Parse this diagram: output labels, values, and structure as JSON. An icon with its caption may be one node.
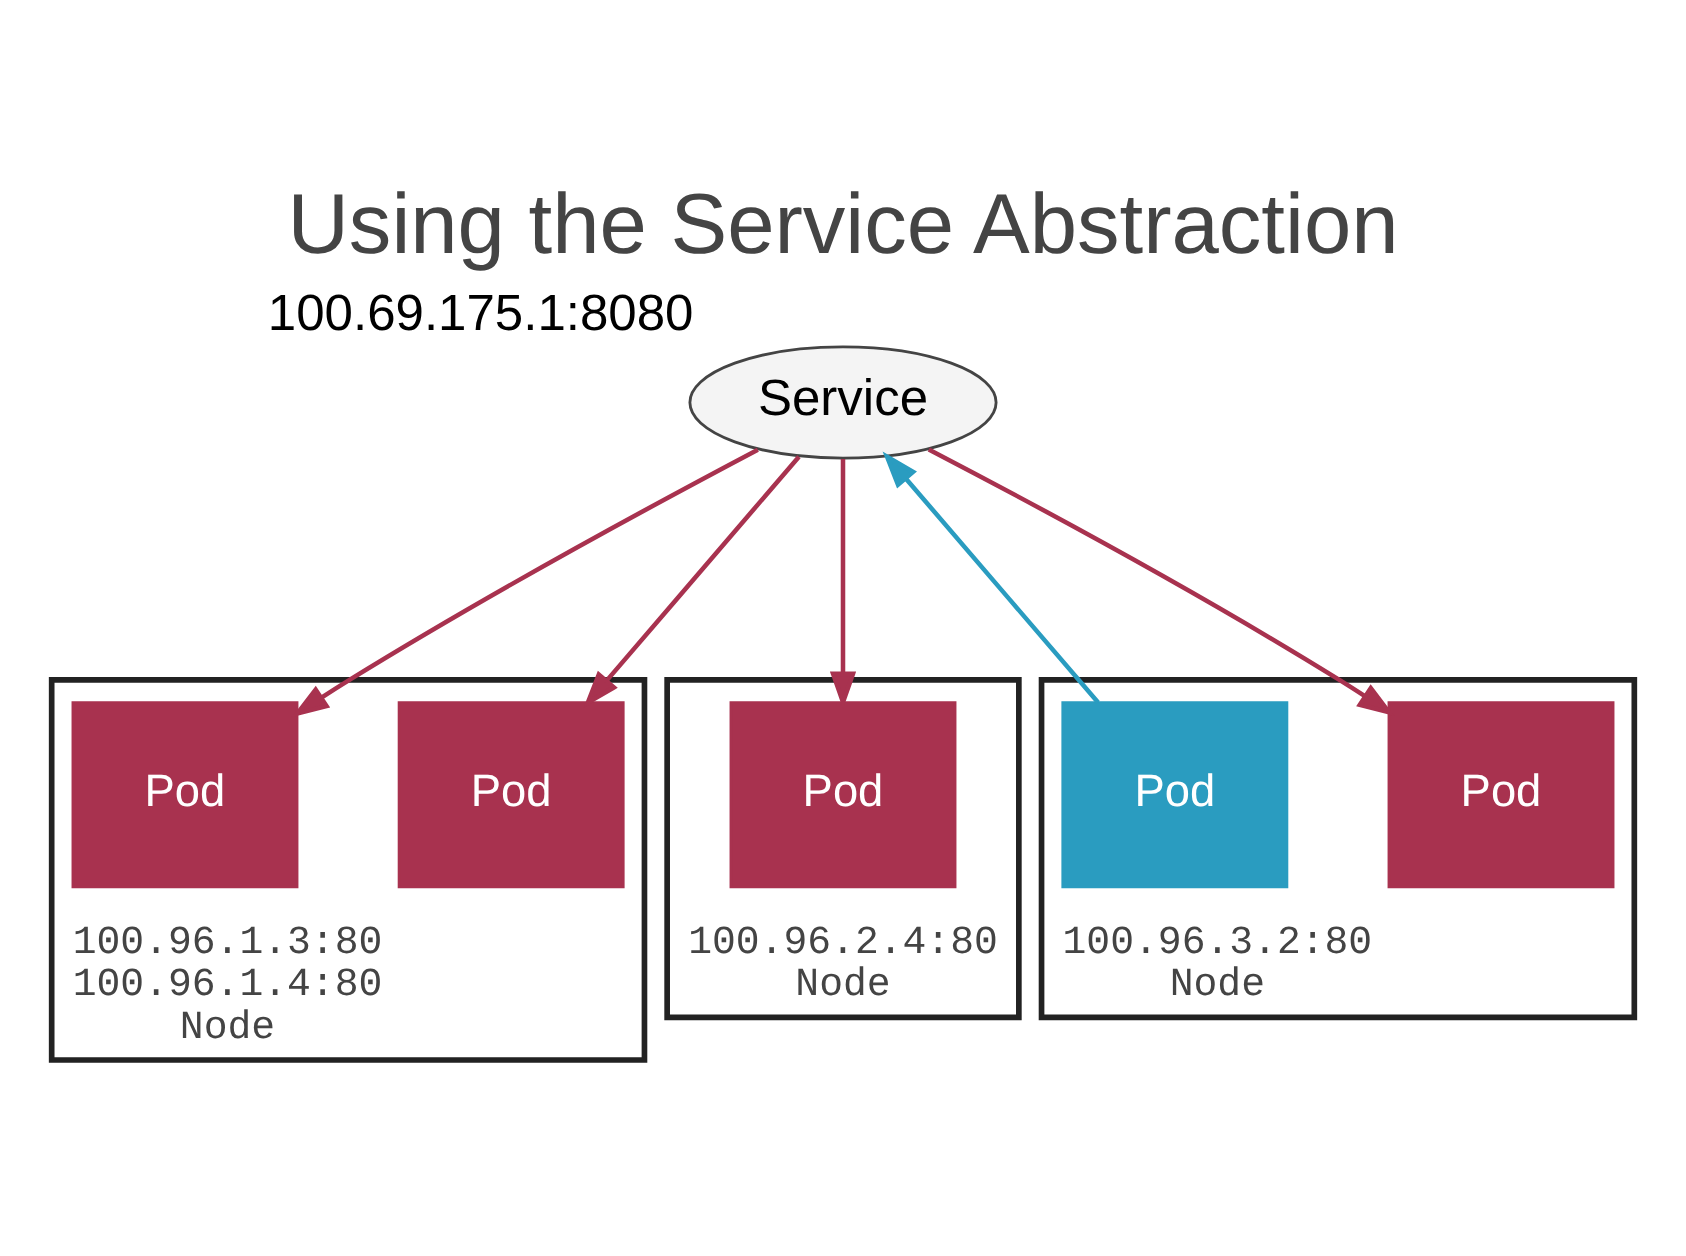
{
  "diagram": {
    "title": "Using the Service Abstraction",
    "nodes": [
      {
        "text": [
          "Service"
        ],
        "beside": [
          "100.69.175.1:8080"
        ]
      },
      {
        "text": [
          "100.96.1.3:80",
          "100.96.1.4:80",
          "Node"
        ]
      },
      {
        "text": [
          "Pod"
        ],
        "in": 1
      },
      {
        "text": [
          "Pod"
        ],
        "in": 1
      },
      {
        "text": [
          "100.96.2.4:80",
          "Node"
        ]
      },
      {
        "text": [
          "Pod"
        ],
        "in": 4
      },
      {
        "text": [
          "100.96.3.2:80",
          "Node"
        ]
      },
      {
        "text": [
          "Pod"
        ],
        "in": 6
      },
      {
        "text": [
          "Pod"
        ],
        "in": 6
      }
    ],
    "edges": [
      {
        "from": 0,
        "to": 2,
        "arrow": "to"
      },
      {
        "from": 0,
        "to": 3,
        "arrow": "to"
      },
      {
        "from": 0,
        "to": 5,
        "arrow": "to"
      },
      {
        "from": 0,
        "to": 7,
        "arrow": "to"
      },
      {
        "from": 8,
        "to": 0,
        "arrow": "to",
        "color": "#2a9cc0"
      }
    ]
  }
}
